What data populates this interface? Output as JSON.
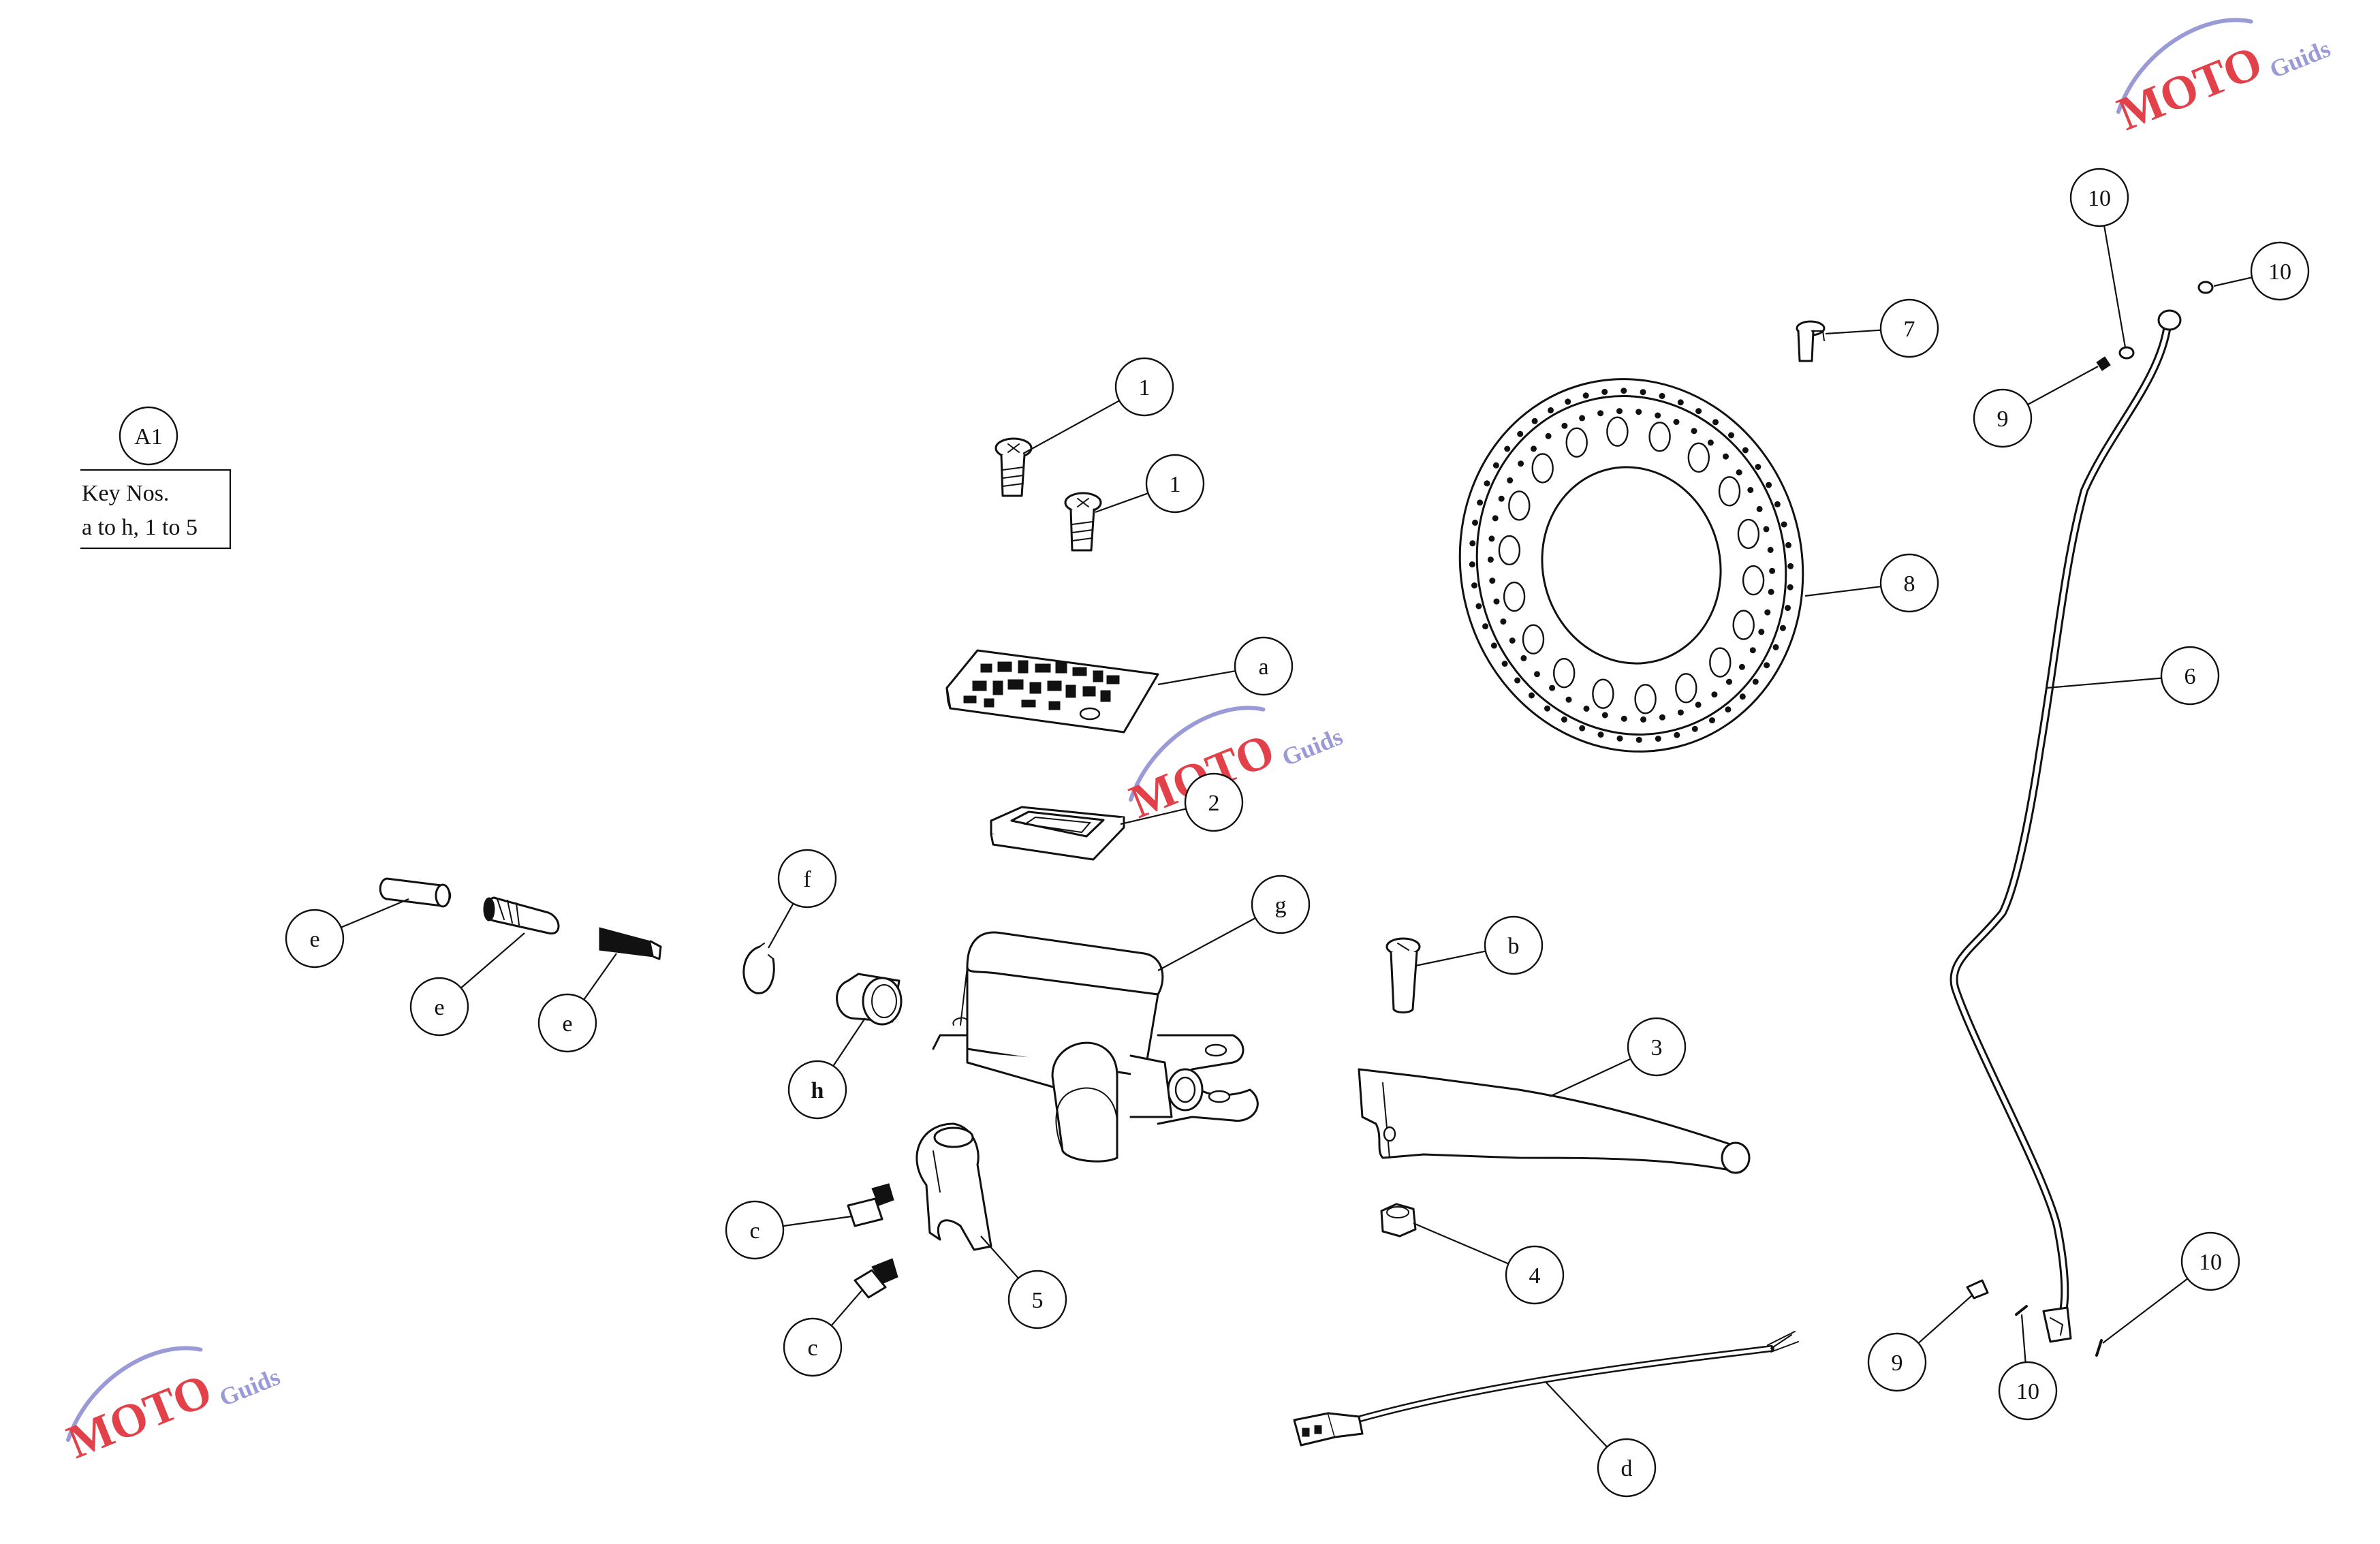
{
  "watermark": {
    "brand": "MOTO",
    "sub": "Guids",
    "color_red": "#e2414a",
    "color_blue": "#9a9ad8"
  },
  "assembly": {
    "ref": "A1",
    "key_line1": "Key Nos.",
    "key_line2": "a to h, 1 to 5"
  },
  "callouts": {
    "c1a": "1",
    "c1b": "1",
    "ca": "a",
    "c2": "2",
    "cg": "g",
    "cf": "f",
    "ce1": "e",
    "ce2": "e",
    "ce3": "e",
    "ch": "h",
    "cc1": "c",
    "cc2": "c",
    "c5": "5",
    "cb": "b",
    "c3": "3",
    "c4": "4",
    "cd": "d",
    "c7": "7",
    "c8": "8",
    "c6": "6",
    "c9a": "9",
    "c9b": "9",
    "c10a": "10",
    "c10b": "10",
    "c10c": "10",
    "c10d": "10"
  }
}
